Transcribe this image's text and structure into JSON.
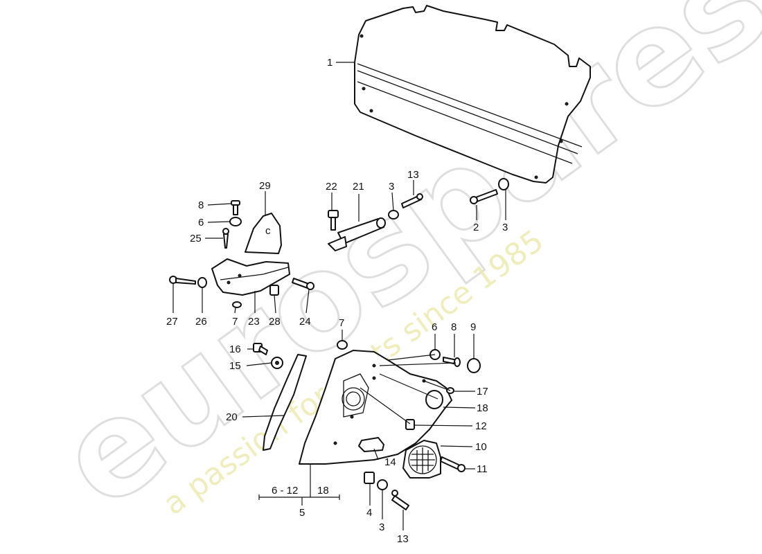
{
  "watermark": {
    "brand": "eurospares",
    "tagline": "a passion for parts since 1985"
  },
  "callouts": {
    "c1": "1",
    "c2": "2",
    "c3a": "3",
    "c3b": "3",
    "c3c": "3",
    "c4": "4",
    "c5": "5",
    "c6a": "6",
    "c6b": "6",
    "c7a": "7",
    "c7b": "7",
    "c8a": "8",
    "c8b": "8",
    "c9": "9",
    "c10": "10",
    "c11": "11",
    "c12": "12",
    "c13a": "13",
    "c13b": "13",
    "c14": "14",
    "c15": "15",
    "c16": "16",
    "c17": "17",
    "c18": "18",
    "c20": "20",
    "c21": "21",
    "c22": "22",
    "c23": "23",
    "c24": "24",
    "c25": "25",
    "c26": "26",
    "c27": "27",
    "c28": "28",
    "c29": "29",
    "range_a": "6 - 12",
    "range_b": "18"
  }
}
